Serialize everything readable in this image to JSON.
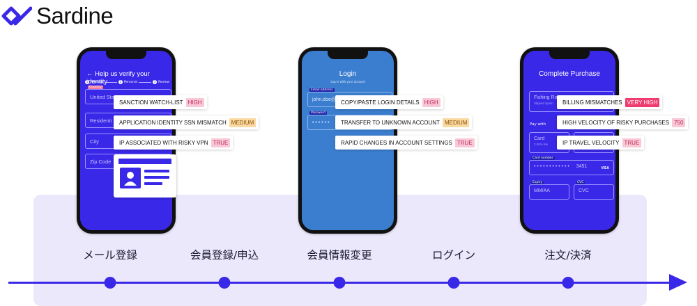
{
  "brand": {
    "name": "Sardine",
    "color": "#3a28e8"
  },
  "phone1": {
    "title": "← Help us verify your identity",
    "steps": [
      "Address",
      "Personal",
      "Review"
    ],
    "field_label": "Country",
    "fields": [
      "United Sta",
      "Residenti",
      "City",
      "Zip Code"
    ]
  },
  "phone2": {
    "title": "Login",
    "subtitle": "Log in with your account",
    "email_label": "Email address",
    "email_value": "john.doe@",
    "password_label": "Password",
    "password_value": "• • • • • •"
  },
  "phone3": {
    "title": "Complete Purchase",
    "item_title": "Fishing Ro",
    "item_sub": "Slipped Spinn",
    "pay_with": "Pay with",
    "card_option": "Card",
    "card_option_sub": "2.95% fee",
    "card_number_label": "Card number",
    "card_number_masked": "• • • •   • • • •   • • • •",
    "card_last4": "3451",
    "card_brand": "VISA",
    "expiry_label": "Expiry",
    "expiry_placeholder": "MM/AA",
    "cvc_label": "CVC",
    "cvc_placeholder": "CVC"
  },
  "signals_signup": [
    {
      "text": "SANCTION WATCH-LIST",
      "badge": "HIGH",
      "badge_kind": "high"
    },
    {
      "text": "APPLICATION IDENTITY SSN MISMATCH",
      "badge": "MEDIUM",
      "badge_kind": "medium"
    },
    {
      "text": "IP ASSOCIATED WITH RISKY VPN",
      "badge": "TRUE",
      "badge_kind": "true"
    }
  ],
  "signals_login": [
    {
      "text": "COPY/PASTE LOGIN DETAILS",
      "badge": "HIGH",
      "badge_kind": "high"
    },
    {
      "text": "TRANSFER TO UNKNOWN ACCOUNT",
      "badge": "MEDIUM",
      "badge_kind": "medium"
    },
    {
      "text": "RAPID CHANGES IN ACCOUNT SETTINGS",
      "badge": "TRUE",
      "badge_kind": "true"
    }
  ],
  "signals_purchase": [
    {
      "text": "BILLING MISMATCHES",
      "badge": "VERY HIGH",
      "badge_kind": "veryhigh"
    },
    {
      "text": "HIGH VELOCITY OF RISKY PURCHASES",
      "badge": "750",
      "badge_kind": "score"
    },
    {
      "text": "IP TRAVEL VELOCITY",
      "badge": "TRUE",
      "badge_kind": "true"
    }
  ],
  "stages": [
    "メール登録",
    "会員登録/申込",
    "会員情報変更",
    "ログイン",
    "注文/決済"
  ]
}
